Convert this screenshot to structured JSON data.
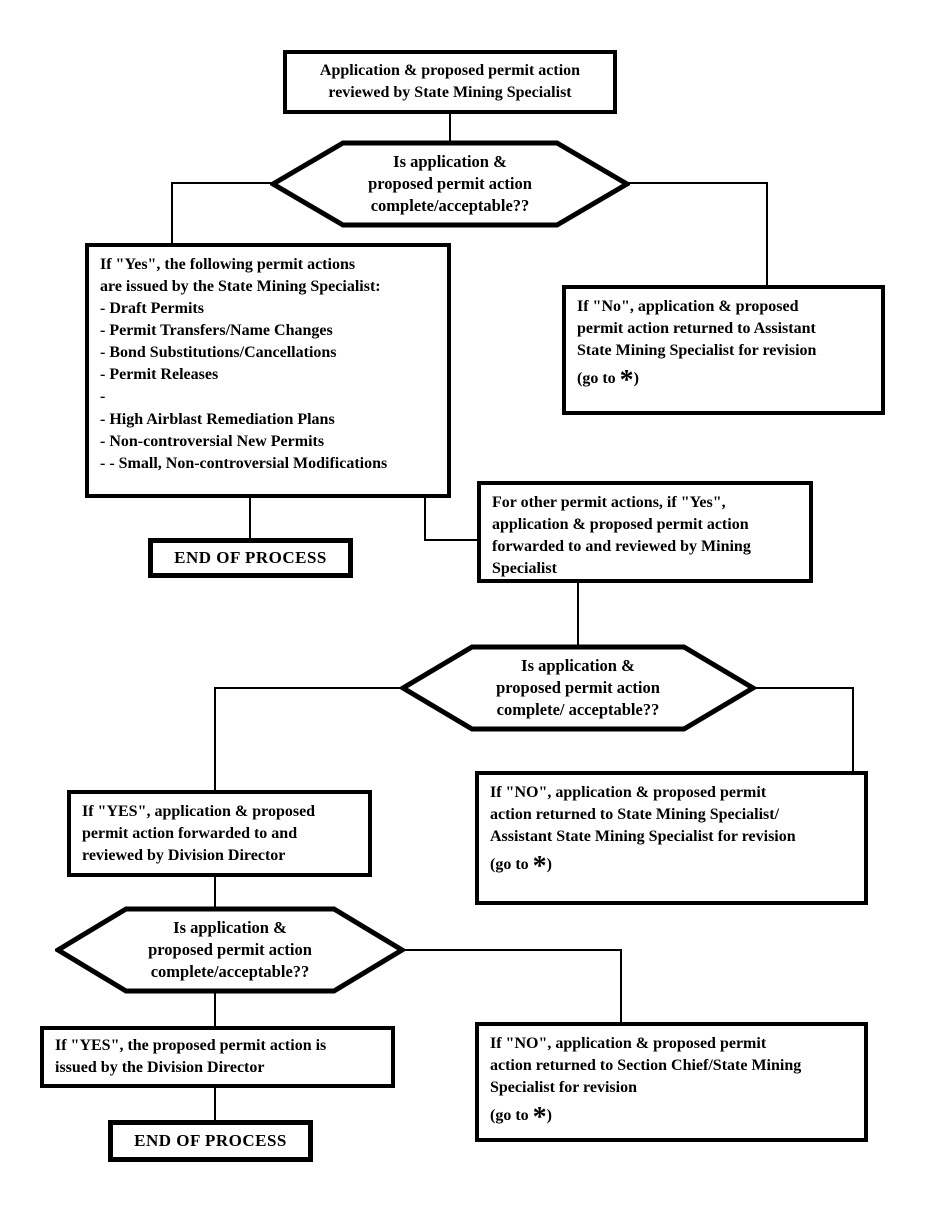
{
  "colors": {
    "ink": "#000000",
    "background": "#ffffff"
  },
  "nodes": {
    "start": {
      "text": "Application & proposed permit action\nreviewed by State Mining Specialist"
    },
    "decision1": {
      "text": "Is application &\nproposed permit action\ncomplete/acceptable??"
    },
    "yes1": {
      "text": "If \"Yes\", the following permit actions\nare issued by the State Mining Specialist:\n- Draft Permits\n- Permit Transfers/Name Changes\n- Bond Substitutions/Cancellations\n- Permit Releases\n-\n- High Airblast Remediation Plans\n- Non-controversial New Permits\n- - Small, Non-controversial Modifications"
    },
    "no1": {
      "text": "If \"No\", application & proposed\npermit action returned to Assistant\nState Mining Specialist for revision",
      "goto": {
        "prefix": "(go to ",
        "star": "*",
        "suffix": ")"
      }
    },
    "end1": {
      "text": "END OF PROCESS"
    },
    "other": {
      "text": "For other permit actions, if \"Yes\",\napplication & proposed permit action\nforwarded to and reviewed by Mining\nSpecialist"
    },
    "decision2": {
      "text": "Is application &\nproposed permit action\ncomplete/ acceptable??"
    },
    "yes2": {
      "text": "If \"YES\", application & proposed\npermit action forwarded to and\nreviewed by Division Director"
    },
    "no2": {
      "text": "If \"NO\", application & proposed permit\naction returned to State Mining Specialist/\nAssistant State Mining Specialist for revision",
      "goto": {
        "prefix": "(go to ",
        "star": "*",
        "suffix": ")"
      }
    },
    "decision3": {
      "text": "Is application &\nproposed permit action\ncomplete/acceptable??"
    },
    "yes3": {
      "text": "If \"YES\", the proposed permit action is\nissued by the Division Director"
    },
    "no3": {
      "text": "If \"NO\", application & proposed permit\naction returned to Section Chief/State Mining\nSpecialist for revision",
      "goto": {
        "prefix": "(go to ",
        "star": "*",
        "suffix": ")"
      }
    },
    "end2": {
      "text": "END OF PROCESS"
    }
  }
}
